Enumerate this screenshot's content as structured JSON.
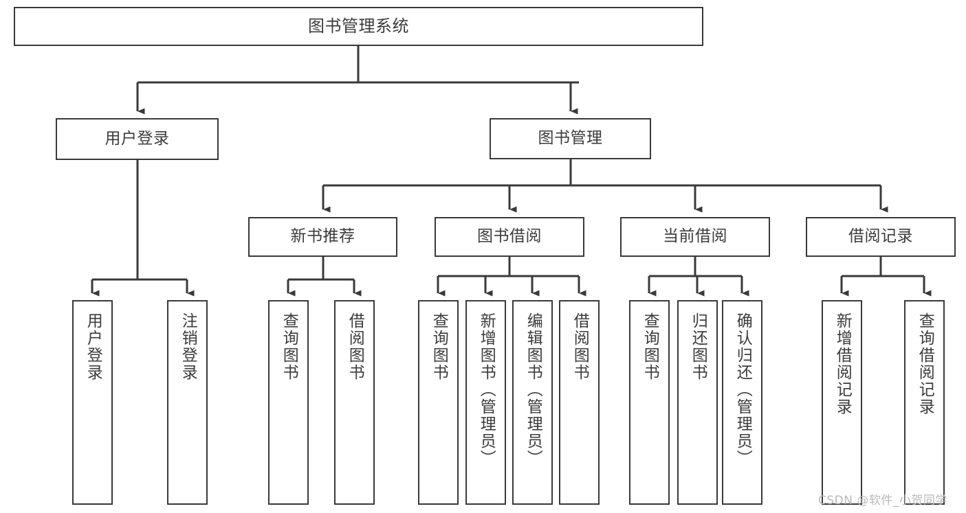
{
  "diagram": {
    "type": "tree-hierarchy-chart",
    "title": "图书管理系统",
    "line_color": "#393939",
    "text_color": "#3b3b3b",
    "background_color": "#ffffff",
    "watermark": "CSDN @软件_小贺同学",
    "nodes": {
      "root": {
        "label": "图书管理系统",
        "level": 1,
        "orientation": "horizontal"
      },
      "l2": [
        {
          "id": "user-login",
          "label": "用户登录",
          "level": 2,
          "orientation": "horizontal"
        },
        {
          "id": "book-management",
          "label": "图书管理",
          "level": 2,
          "orientation": "horizontal"
        }
      ],
      "l3": [
        {
          "id": "new-book-recommend",
          "label": "新书推荐",
          "level": 3,
          "orientation": "horizontal",
          "parent": "book-management"
        },
        {
          "id": "book-borrow",
          "label": "图书借阅",
          "level": 3,
          "orientation": "horizontal",
          "parent": "book-management"
        },
        {
          "id": "current-borrow",
          "label": "当前借阅",
          "level": 3,
          "orientation": "horizontal",
          "parent": "book-management"
        },
        {
          "id": "borrow-record",
          "label": "借阅记录",
          "level": 3,
          "orientation": "horizontal",
          "parent": "book-management"
        }
      ],
      "leaves": [
        {
          "id": "leaf-user-login",
          "label": "用户登录",
          "orientation": "vertical",
          "parent": "user-login"
        },
        {
          "id": "leaf-logout",
          "label": "注销登录",
          "orientation": "vertical",
          "parent": "user-login"
        },
        {
          "id": "leaf-query-book-1",
          "label": "查询图书",
          "orientation": "vertical",
          "parent": "new-book-recommend"
        },
        {
          "id": "leaf-borrow-book-1",
          "label": "借阅图书",
          "orientation": "vertical",
          "parent": "new-book-recommend"
        },
        {
          "id": "leaf-query-book-2",
          "label": "查询图书",
          "orientation": "vertical",
          "parent": "book-borrow"
        },
        {
          "id": "leaf-add-book",
          "label": "新增图书（管理员）",
          "orientation": "vertical",
          "parent": "book-borrow"
        },
        {
          "id": "leaf-edit-book",
          "label": "编辑图书（管理员）",
          "orientation": "vertical",
          "parent": "book-borrow"
        },
        {
          "id": "leaf-borrow-book-2",
          "label": "借阅图书",
          "orientation": "vertical",
          "parent": "book-borrow"
        },
        {
          "id": "leaf-query-book-3",
          "label": "查询图书",
          "orientation": "vertical",
          "parent": "current-borrow"
        },
        {
          "id": "leaf-return-book",
          "label": "归还图书",
          "orientation": "vertical",
          "parent": "current-borrow"
        },
        {
          "id": "leaf-confirm-return",
          "label": "确认归还（管理员）",
          "orientation": "vertical",
          "parent": "current-borrow"
        },
        {
          "id": "leaf-add-record",
          "label": "新增借阅记录",
          "orientation": "vertical",
          "parent": "borrow-record"
        },
        {
          "id": "leaf-query-record",
          "label": "查询借阅记录",
          "orientation": "vertical",
          "parent": "borrow-record"
        }
      ]
    }
  }
}
